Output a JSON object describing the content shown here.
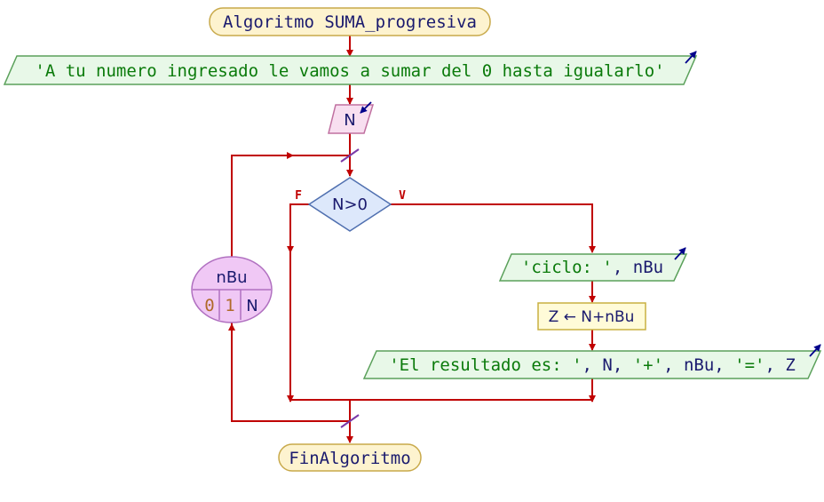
{
  "flowchart": {
    "start_label": "Algoritmo SUMA_progresiva",
    "end_label": "FinAlgoritmo",
    "output_intro": {
      "text": "'A tu numero ingresado le vamos a sumar del 0 hasta igualarlo'"
    },
    "input_n": {
      "text": "N"
    },
    "decision": {
      "text": "N>0",
      "false_label": "F",
      "true_label": "V"
    },
    "output_cycle": {
      "string": "'ciclo: '",
      "rest": ", nBu"
    },
    "assign": {
      "text": "Z ← N+nBu"
    },
    "output_result": {
      "s1": "'El resultado es: '",
      "p1": ", N, ",
      "s2": "'+'",
      "p2": ", nBu, ",
      "s3": "'='",
      "p3": ", Z"
    },
    "loop": {
      "var": "nBu",
      "start": "0",
      "step": "1",
      "end": "N"
    }
  },
  "colors": {
    "line": "#c00000",
    "terminal_fill": "#fdf3cf",
    "terminal_stroke": "#c8a94a",
    "io_fill": "#e8f8e8",
    "io_stroke": "#5aa05a",
    "input_fill": "#f8dff0",
    "input_stroke": "#c070a0",
    "decision_fill": "#dde8fb",
    "decision_stroke": "#5070b0",
    "assign_fill": "#fffbd8",
    "assign_stroke": "#c8b040",
    "loop_fill": "#f0c8f5",
    "loop_stroke": "#b070c0",
    "text_blue": "#1a1a6e",
    "text_green": "#0a7a0a",
    "text_number": "#b06a2a",
    "loop_marker": "#7a3aa8",
    "arrow_blue": "#00008b"
  }
}
